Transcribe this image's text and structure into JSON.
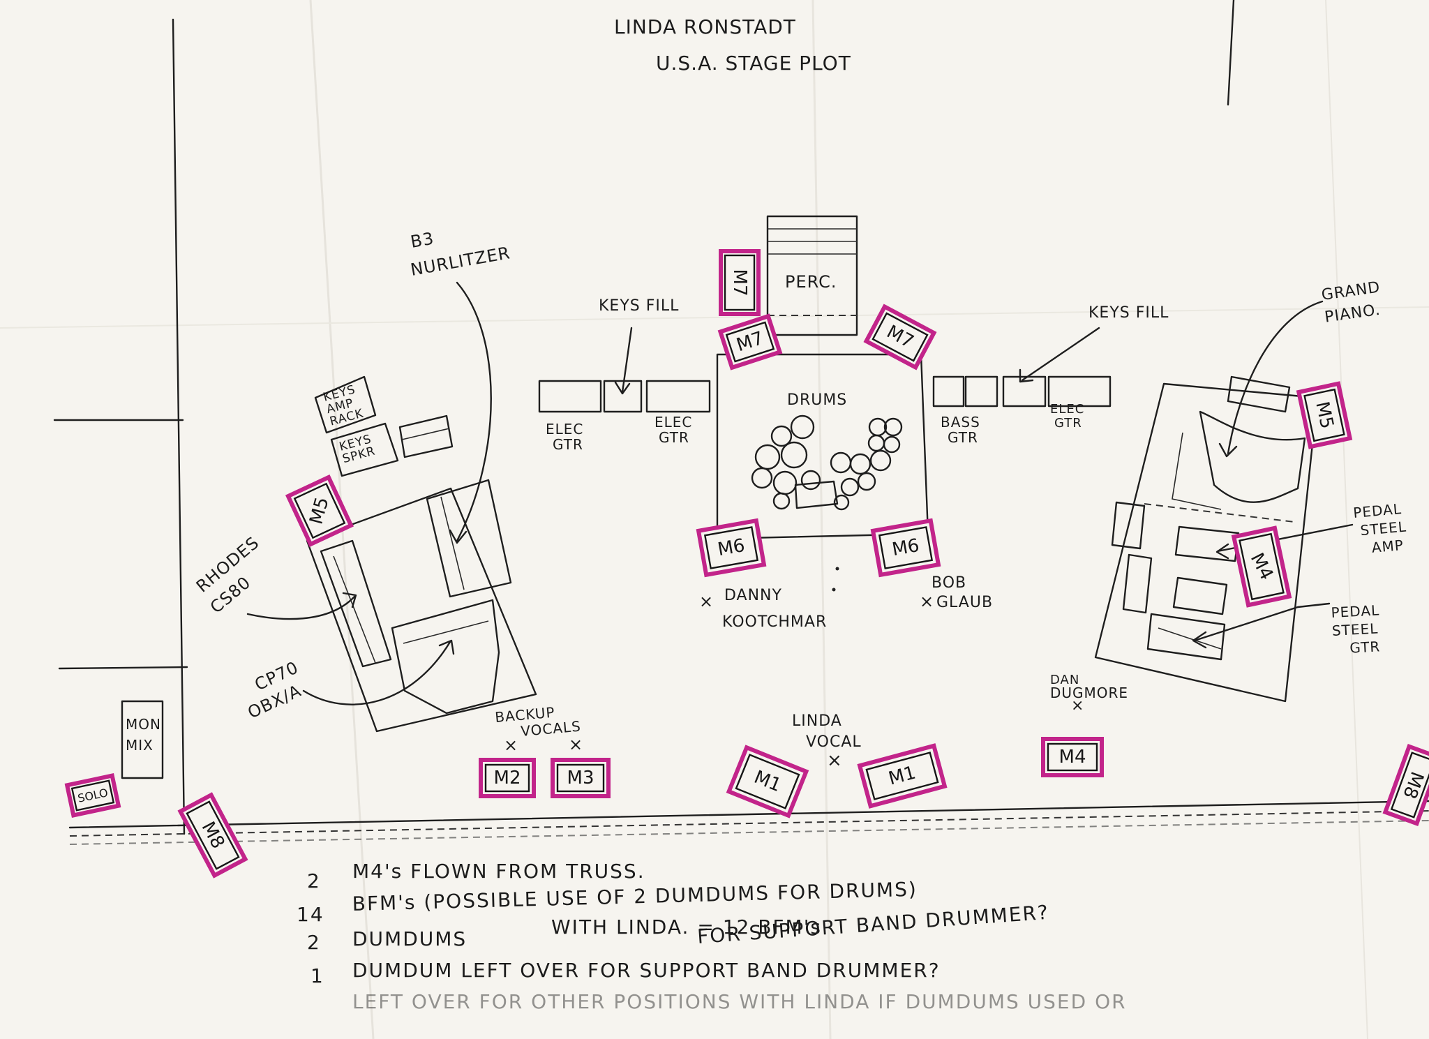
{
  "header": {
    "title": "LINDA RONSTADT",
    "subtitle": "U.S.A. STAGE PLOT"
  },
  "labels": {
    "b3": "B3",
    "nurlitzer": "NURLITZER",
    "keys_amp_rack": [
      "KEYS",
      "AMP",
      "RACK"
    ],
    "keys_spkr": [
      "KEYS",
      "SPKR"
    ],
    "rhodes": "RHODES",
    "cs80": "CS80",
    "cp70": "CP70",
    "obxa": "OBX/A",
    "keys_fill_left": "KEYS FILL",
    "keys_fill_right": "KEYS FILL",
    "perc": "PERC.",
    "drums": "DRUMS",
    "elec_gtr_1": [
      "ELEC",
      "GTR"
    ],
    "elec_gtr_2": [
      "ELEC",
      "GTR"
    ],
    "bass_gtr": [
      "BASS",
      "GTR"
    ],
    "elec_gtr_3": [
      "ELEC",
      "GTR"
    ],
    "grand_piano": [
      "GRAND",
      "PIANO."
    ],
    "pedal_steel_amp": [
      "PEDAL",
      "STEEL",
      "AMP"
    ],
    "pedal_steel_gtr": [
      "PEDAL",
      "STEEL",
      "GTR"
    ],
    "danny": "DANNY",
    "kootchmar": "KOOTCHMAR",
    "bob": "BOB",
    "glaub": "GLAUB",
    "dan": "DAN",
    "dugmore": "DUGMORE",
    "linda": "LINDA",
    "vocal": "VOCAL",
    "backup": "BACKUP",
    "vocals": "VOCALS",
    "mon": "MON",
    "mix": "MIX",
    "solo": "SOLO",
    "x": "×"
  },
  "monitors": {
    "m8_left": "M8",
    "m5_left": "M5",
    "m7_drum_left": "M7",
    "m7_drum_right": "M7",
    "m7_perc": "M7",
    "m6_left": "M6",
    "m6_right": "M6",
    "m5_right": "M5",
    "m4_steel": "M4",
    "m2": "M2",
    "m3": "M3",
    "m1_left": "M1",
    "m1_right": "M1",
    "m4_front": "M4",
    "m8_right": "M8"
  },
  "notes": [
    {
      "qty": "2",
      "text": "M4's FLOWN FROM TRUSS."
    },
    {
      "qty": "14",
      "text": "BFM's (POSSIBLE USE OF 2 DUMDUMS FOR DRUMS)"
    },
    {
      "qty": "",
      "text": "WITH LINDA. = 12 BFM's"
    },
    {
      "qty": "2",
      "text": "DUMDUMS"
    },
    {
      "qty": "",
      "text": "FOR SUPPORT BAND DRUMMER?"
    },
    {
      "qty": "1",
      "text": "DUMDUM LEFT OVER FOR SUPPORT BAND DRUMMER?"
    },
    {
      "qty": "",
      "text": "LEFT OVER FOR OTHER POSITIONS WITH LINDA IF DUMDUMS USED OR"
    }
  ],
  "colors": {
    "paper": "#f6f4ef",
    "ink": "#1c1c1c",
    "highlighter": "#c2248a"
  }
}
